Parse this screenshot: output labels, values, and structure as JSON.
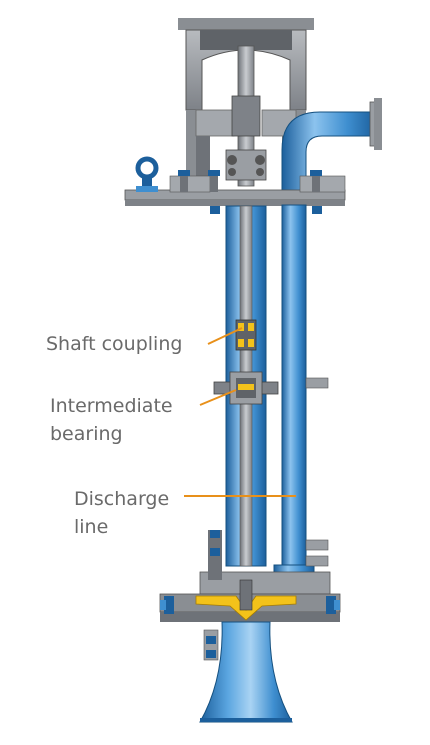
{
  "labels": {
    "shaft_coupling": "Shaft coupling",
    "intermediate_bearing_line1": "Intermediate",
    "intermediate_bearing_line2": "bearing",
    "discharge_line_line1": "Discharge",
    "discharge_line_line2": "line"
  },
  "colors": {
    "leader_line": "#e8901a",
    "steel_dark": "#6e7278",
    "steel_mid": "#9a9ea3",
    "steel_light": "#c9ccd0",
    "blue_dark": "#1c5f9c",
    "blue_mid": "#3f8fd0",
    "blue_light": "#8cc3ee",
    "impeller_yellow": "#f3c21a",
    "label_text": "#6a6a6a"
  }
}
